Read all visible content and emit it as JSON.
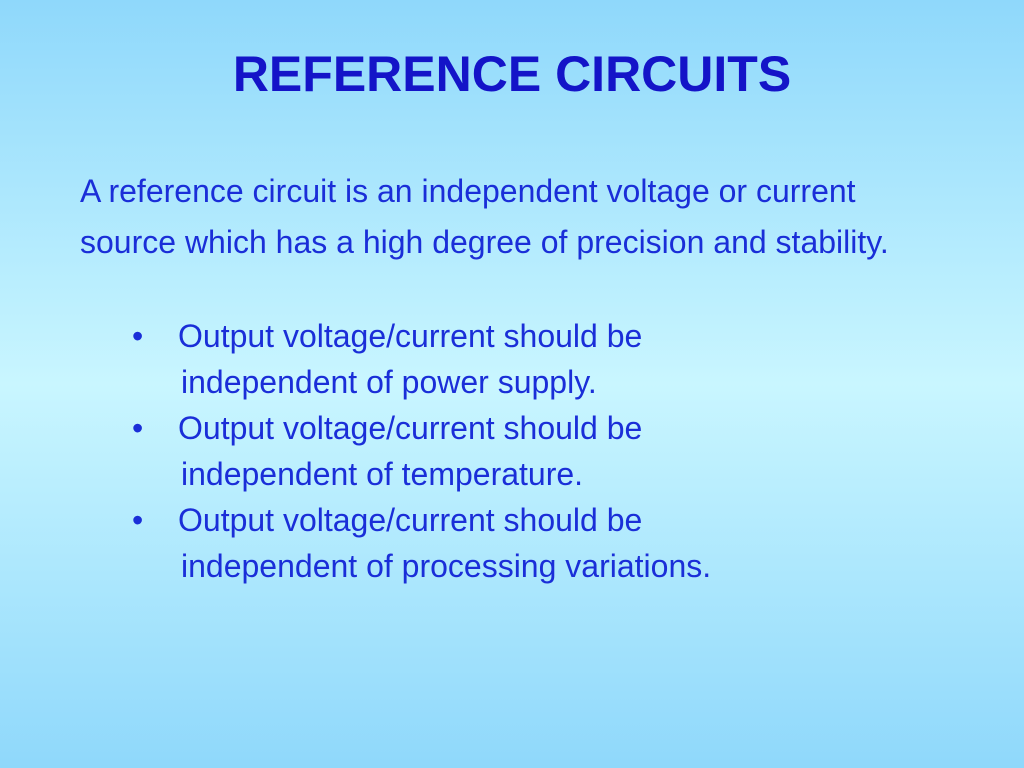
{
  "slide": {
    "title": "REFERENCE CIRCUITS",
    "intro": "A reference circuit is an independent voltage or current source which has a high degree of precision and stability.",
    "bullet_symbol": "•",
    "bullets": [
      {
        "line1": "Output voltage/current should be",
        "line2": "independent of power supply."
      },
      {
        "line1": "Output voltage/current should be",
        "line2": "independent of temperature."
      },
      {
        "line1": "Output voltage/current should be",
        "line2": "independent of processing variations."
      }
    ]
  },
  "colors": {
    "background": "#8fd8fb",
    "background_mid": "#c9f6ff",
    "title_text": "#1414c8",
    "body_text": "#1a2ed8"
  }
}
